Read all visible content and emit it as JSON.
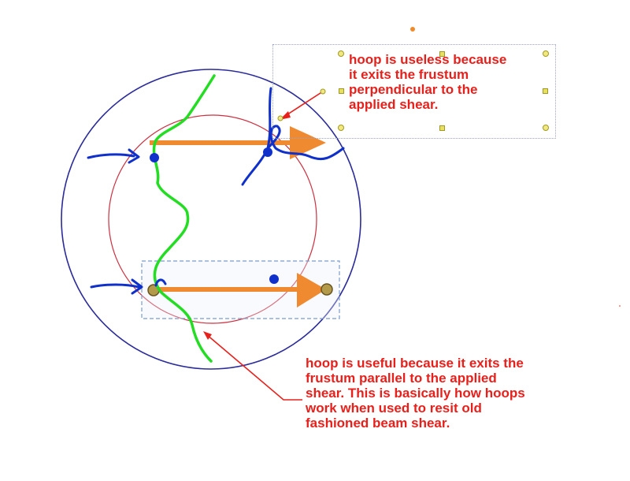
{
  "notes": {
    "top": "hoop is useless because\nit exits the frustum\nperpendicular to the\napplied shear.",
    "bottom": "hoop is useful because it exits the\nfrustum parallel to the applied\nshear. This is basically how hoops\nwork when used to resit old\nfashioned beam shear."
  },
  "colors": {
    "outer_circle": "#2b2b9a",
    "inner_circle": "#cc3040",
    "crack_line": "#22dd22",
    "ink": "#1030cc",
    "arrow": "#f08a30",
    "annotation": "#e8201c",
    "selection": "#7a9ccc"
  },
  "icons": {
    "ink_arrows": "hand-drawn-arrow",
    "force_arrows": "block-arrow",
    "selection_handles": "resize-handle"
  }
}
